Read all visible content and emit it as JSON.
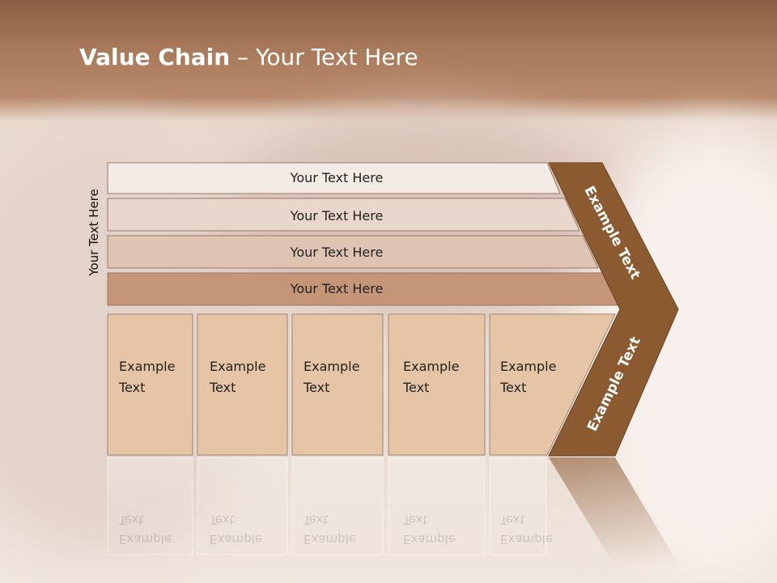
{
  "title": {
    "bold": "Value Chain",
    "rest": " – Your Text Here"
  },
  "vertical_label": "Your Text Here",
  "rows": [
    "Your Text Here",
    "Your Text Here",
    "Your Text Here",
    "Your Text Here"
  ],
  "columns": [
    {
      "line1": "Example",
      "line2": "Text"
    },
    {
      "line1": "Example",
      "line2": "Text"
    },
    {
      "line1": "Example",
      "line2": "Text"
    },
    {
      "line1": "Example",
      "line2": "Text"
    },
    {
      "line1": "Example",
      "line2": "Text"
    }
  ],
  "arrow_top_text": "Example Text",
  "arrow_bottom_text": "Example Text",
  "colors": {
    "row1": "#f2ebe6",
    "row2": "#e9d6cc",
    "row3": "#dfc3b3",
    "row4": "#c59577",
    "column_fill": "#e5c5a6",
    "arrow": "#8b5a31",
    "title_text": "#ffffff"
  }
}
